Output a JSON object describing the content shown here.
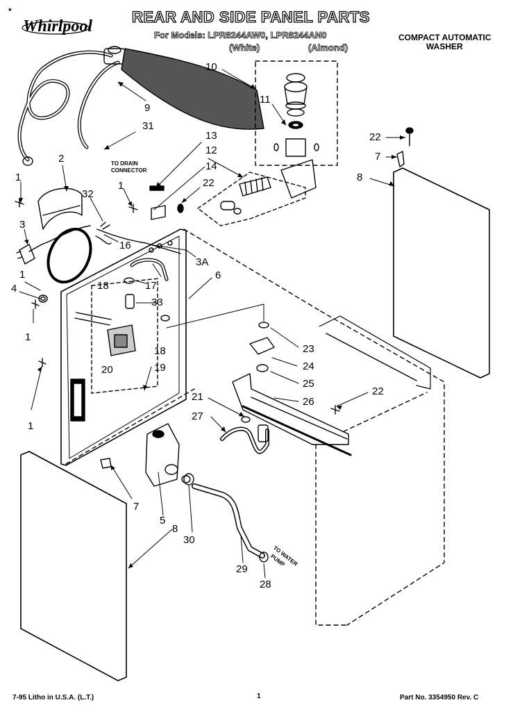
{
  "header": {
    "title": "REAR AND SIDE PANEL PARTS",
    "models_line": "For Models: LPR8244AW0, LPR8244AN0",
    "variant_white": "(White)",
    "variant_almond": "(Almond)",
    "product_line1": "COMPACT AUTOMATIC",
    "product_line2": "WASHER",
    "mark": "*"
  },
  "brand": {
    "logo_text": "Whirlpool"
  },
  "notes": {
    "drain_line1": "TO DRAIN",
    "drain_line2": "CONNECTOR",
    "pump_line1": "TO WATER",
    "pump_line2": "PUMP"
  },
  "callouts": {
    "c10": "10",
    "c11": "11",
    "c9": "9",
    "c31": "31",
    "c2": "2",
    "c1a": "1",
    "c32": "32",
    "c1b": "1",
    "c13": "13",
    "c12": "12",
    "c14": "14",
    "c22a": "22",
    "c3": "3",
    "c16": "16",
    "c3a": "3A",
    "c4": "4",
    "c1c": "1",
    "c1d": "1",
    "c18a": "18",
    "c17": "17",
    "c33": "33",
    "c6": "6",
    "c18b": "18",
    "c20": "20",
    "c19": "19",
    "c1e": "1",
    "c22b": "22",
    "c7a": "7",
    "c8a": "8",
    "c23": "23",
    "c24": "24",
    "c25": "25",
    "c26": "26",
    "c22c": "22",
    "c21": "21",
    "c27": "27",
    "c7b": "7",
    "c5": "5",
    "c8b": "8",
    "c30": "30",
    "c29": "29",
    "c28": "28"
  },
  "footer": {
    "left": "7-95 Litho in U.S.A. (L.T.)",
    "page": "1",
    "right": "Part No. 3354950 Rev. C"
  }
}
